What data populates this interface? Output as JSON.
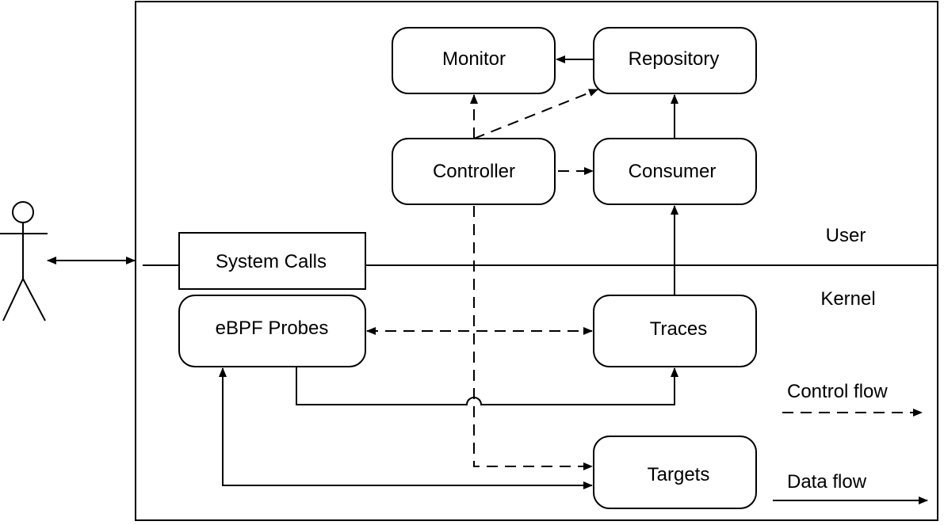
{
  "nodes": {
    "monitor": "Monitor",
    "repository": "Repository",
    "controller": "Controller",
    "consumer": "Consumer",
    "system_calls": "System Calls",
    "ebpf_probes": "eBPF Probes",
    "traces": "Traces",
    "targets": "Targets"
  },
  "regions": {
    "user": "User",
    "kernel": "Kernel"
  },
  "legend": {
    "control_flow": "Control flow",
    "data_flow": "Data flow"
  },
  "actor": {
    "icon": "stick-figure-user-icon"
  }
}
